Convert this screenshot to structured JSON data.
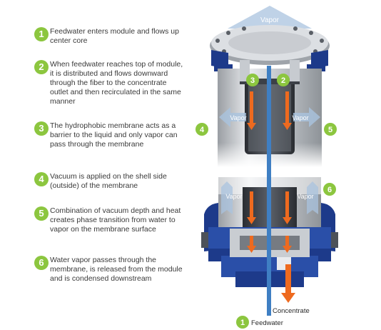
{
  "steps": [
    {
      "number": "1",
      "text": "Feedwater enters module and flows up center core"
    },
    {
      "number": "2",
      "text": "When feedwater reaches top of module, it is distributed and flows downward through the fiber to the concentrate outlet and then recirculated in the same manner"
    },
    {
      "number": "3",
      "text": "The hydrophobic membrane acts as a barrier to the liquid and only vapor can pass through the membrane"
    },
    {
      "number": "4",
      "text": "Vacuum is applied on the shell side (outside) of the membrane"
    },
    {
      "number": "5",
      "text": "Combination of vacuum depth and heat creates phase transition from water to vapor on the membrane surface"
    },
    {
      "number": "6",
      "text": "Water vapor passes through the membrane, is released from the module and is condensed downstream"
    }
  ],
  "diagram": {
    "vapor_top": "Vapor",
    "vapor_upper_left": "Vapor",
    "vapor_upper_right": "Vapor",
    "vapor_lower_left": "Vapor",
    "vapor_lower_right": "Vapor",
    "concentrate": "Concentrate",
    "feedwater": "Feedwater",
    "badges": {
      "top_left": "3",
      "top_right": "2",
      "left": "4",
      "right": "5",
      "lower_right": "6",
      "bottom": "1"
    }
  },
  "colors": {
    "badge": "#8cc63f",
    "flow_arrow": "#ee6a1f",
    "vapor_arrow": "#a9c3df",
    "feed_core": "#3f7fc3",
    "housing_blue": "#1d3a8a"
  }
}
